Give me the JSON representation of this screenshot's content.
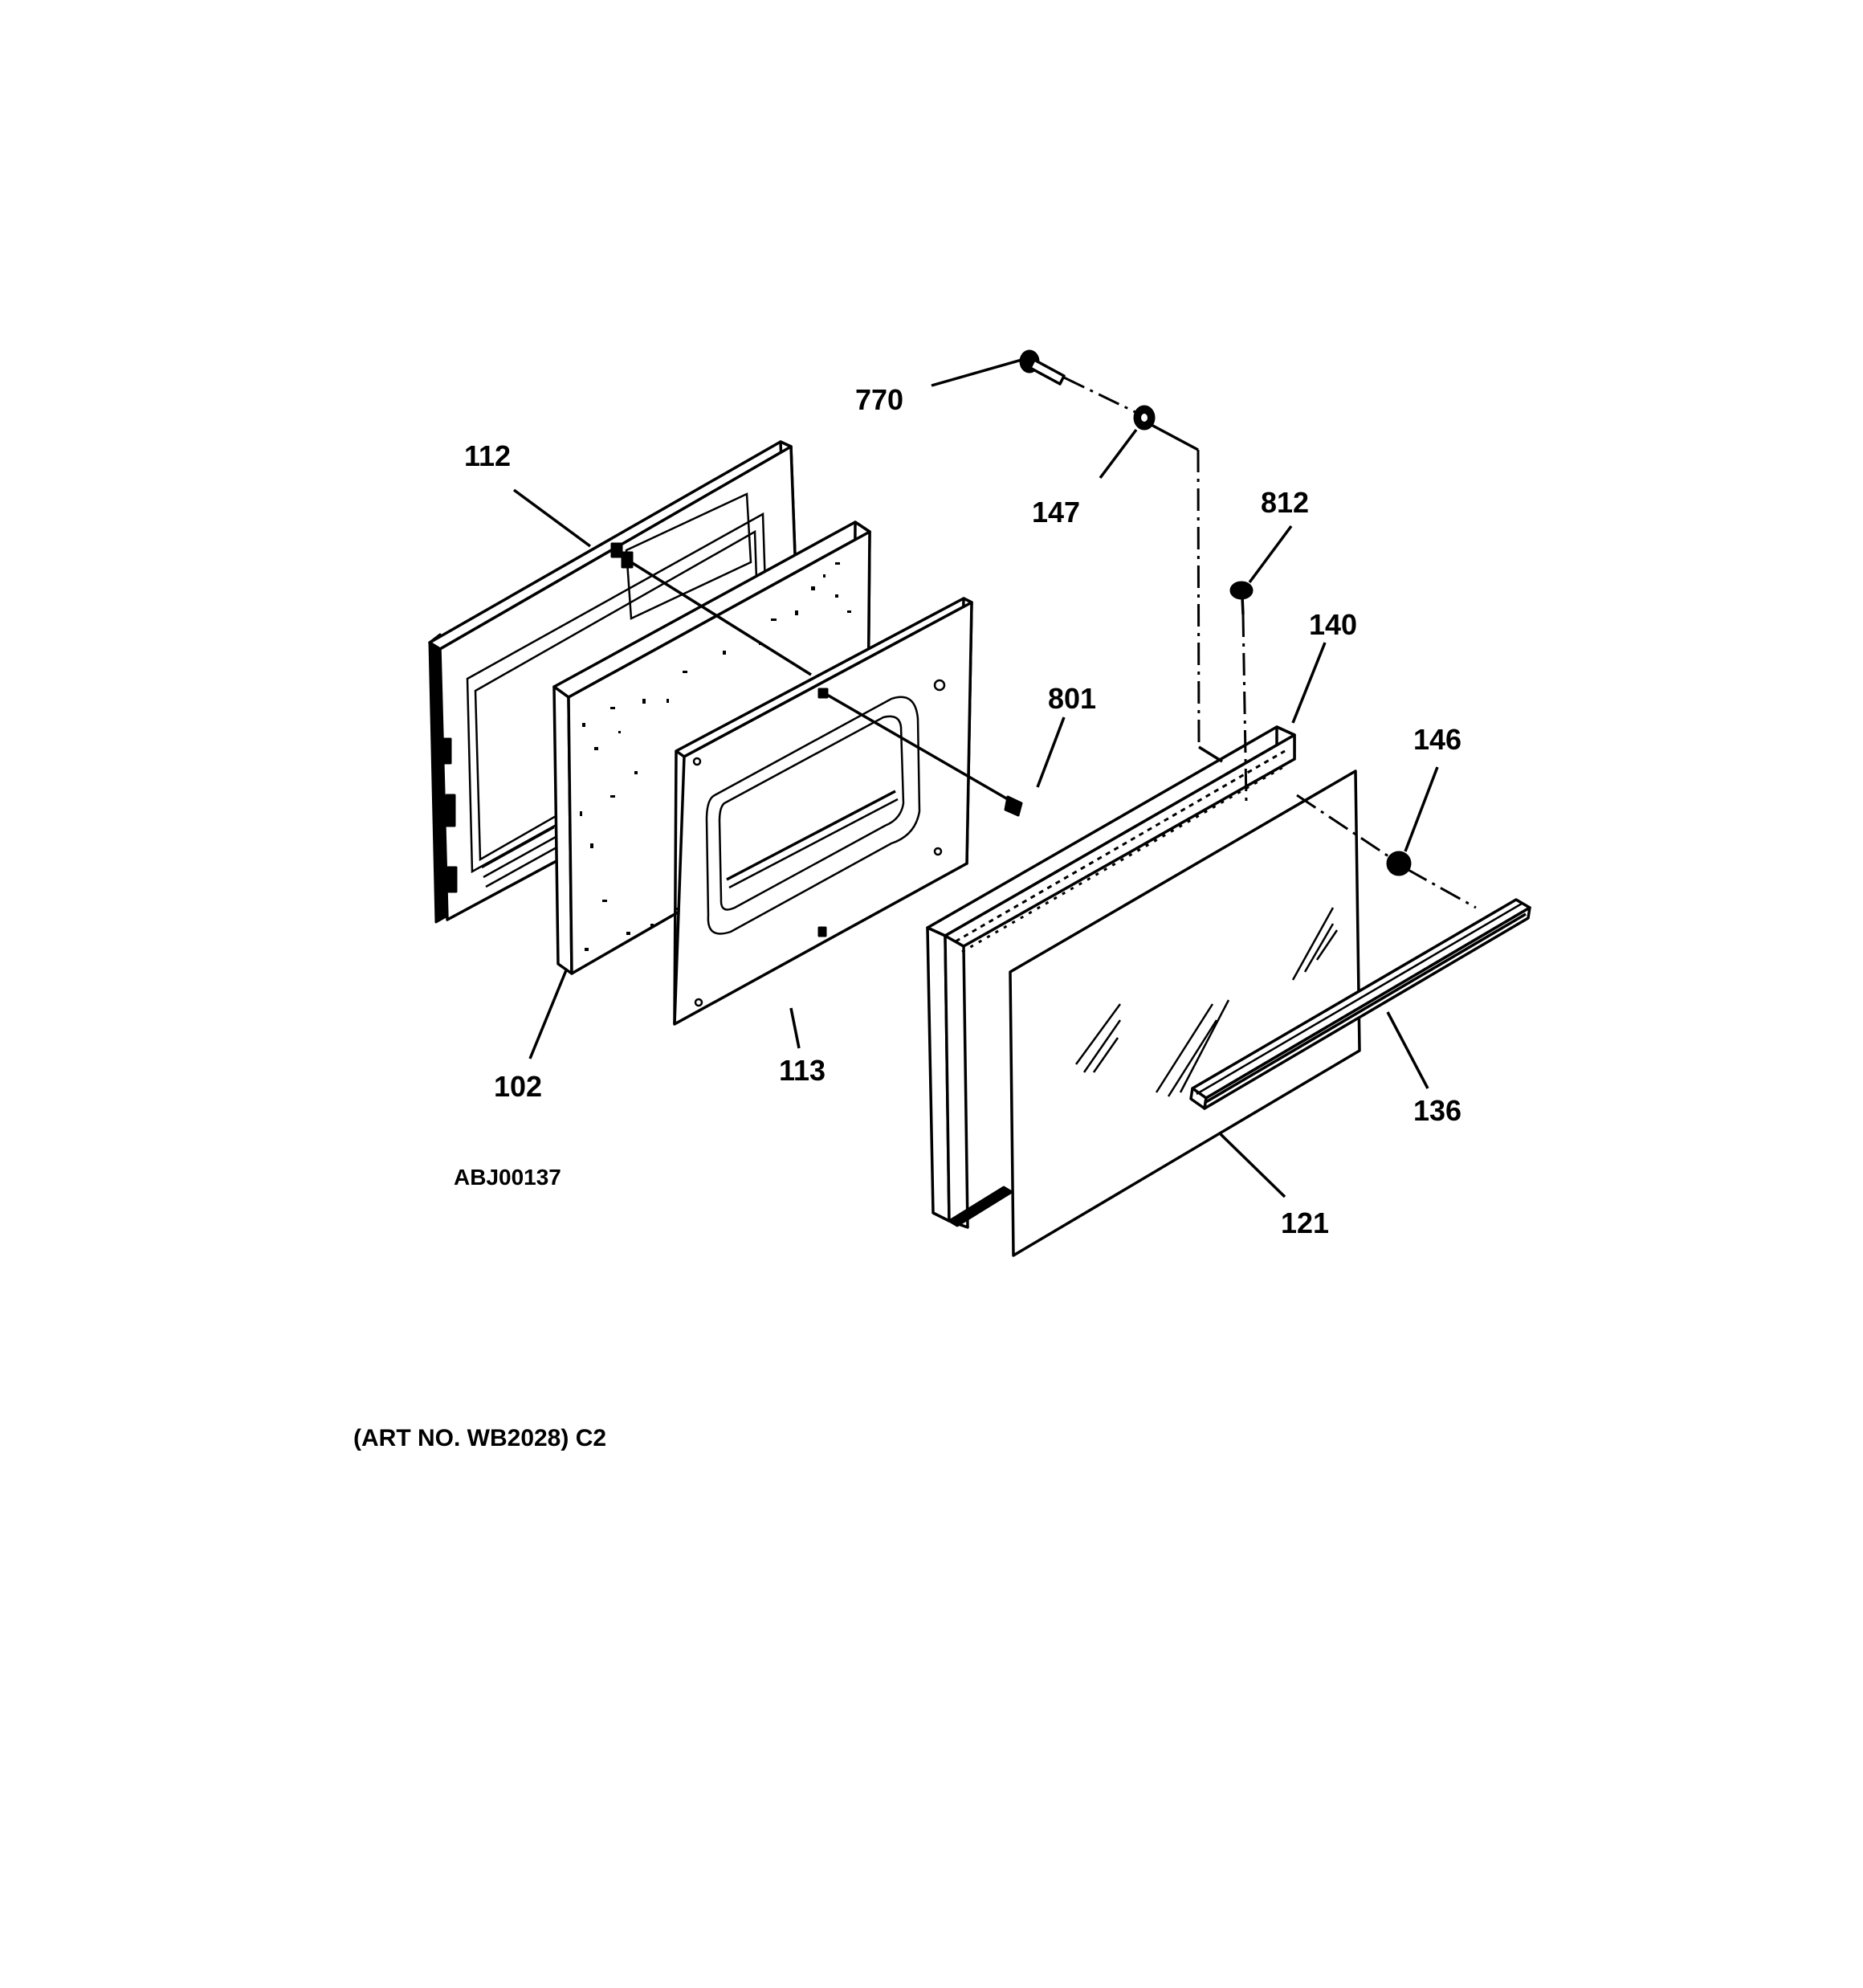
{
  "diagram": {
    "callouts": {
      "c112": "112",
      "c102": "102",
      "c113": "113",
      "c801": "801",
      "c770": "770",
      "c147": "147",
      "c812": "812",
      "c140": "140",
      "c146": "146",
      "c136": "136",
      "c121": "121"
    },
    "drawing_code": "ABJ00137",
    "art_number": "(ART NO. WB2028) C2"
  }
}
